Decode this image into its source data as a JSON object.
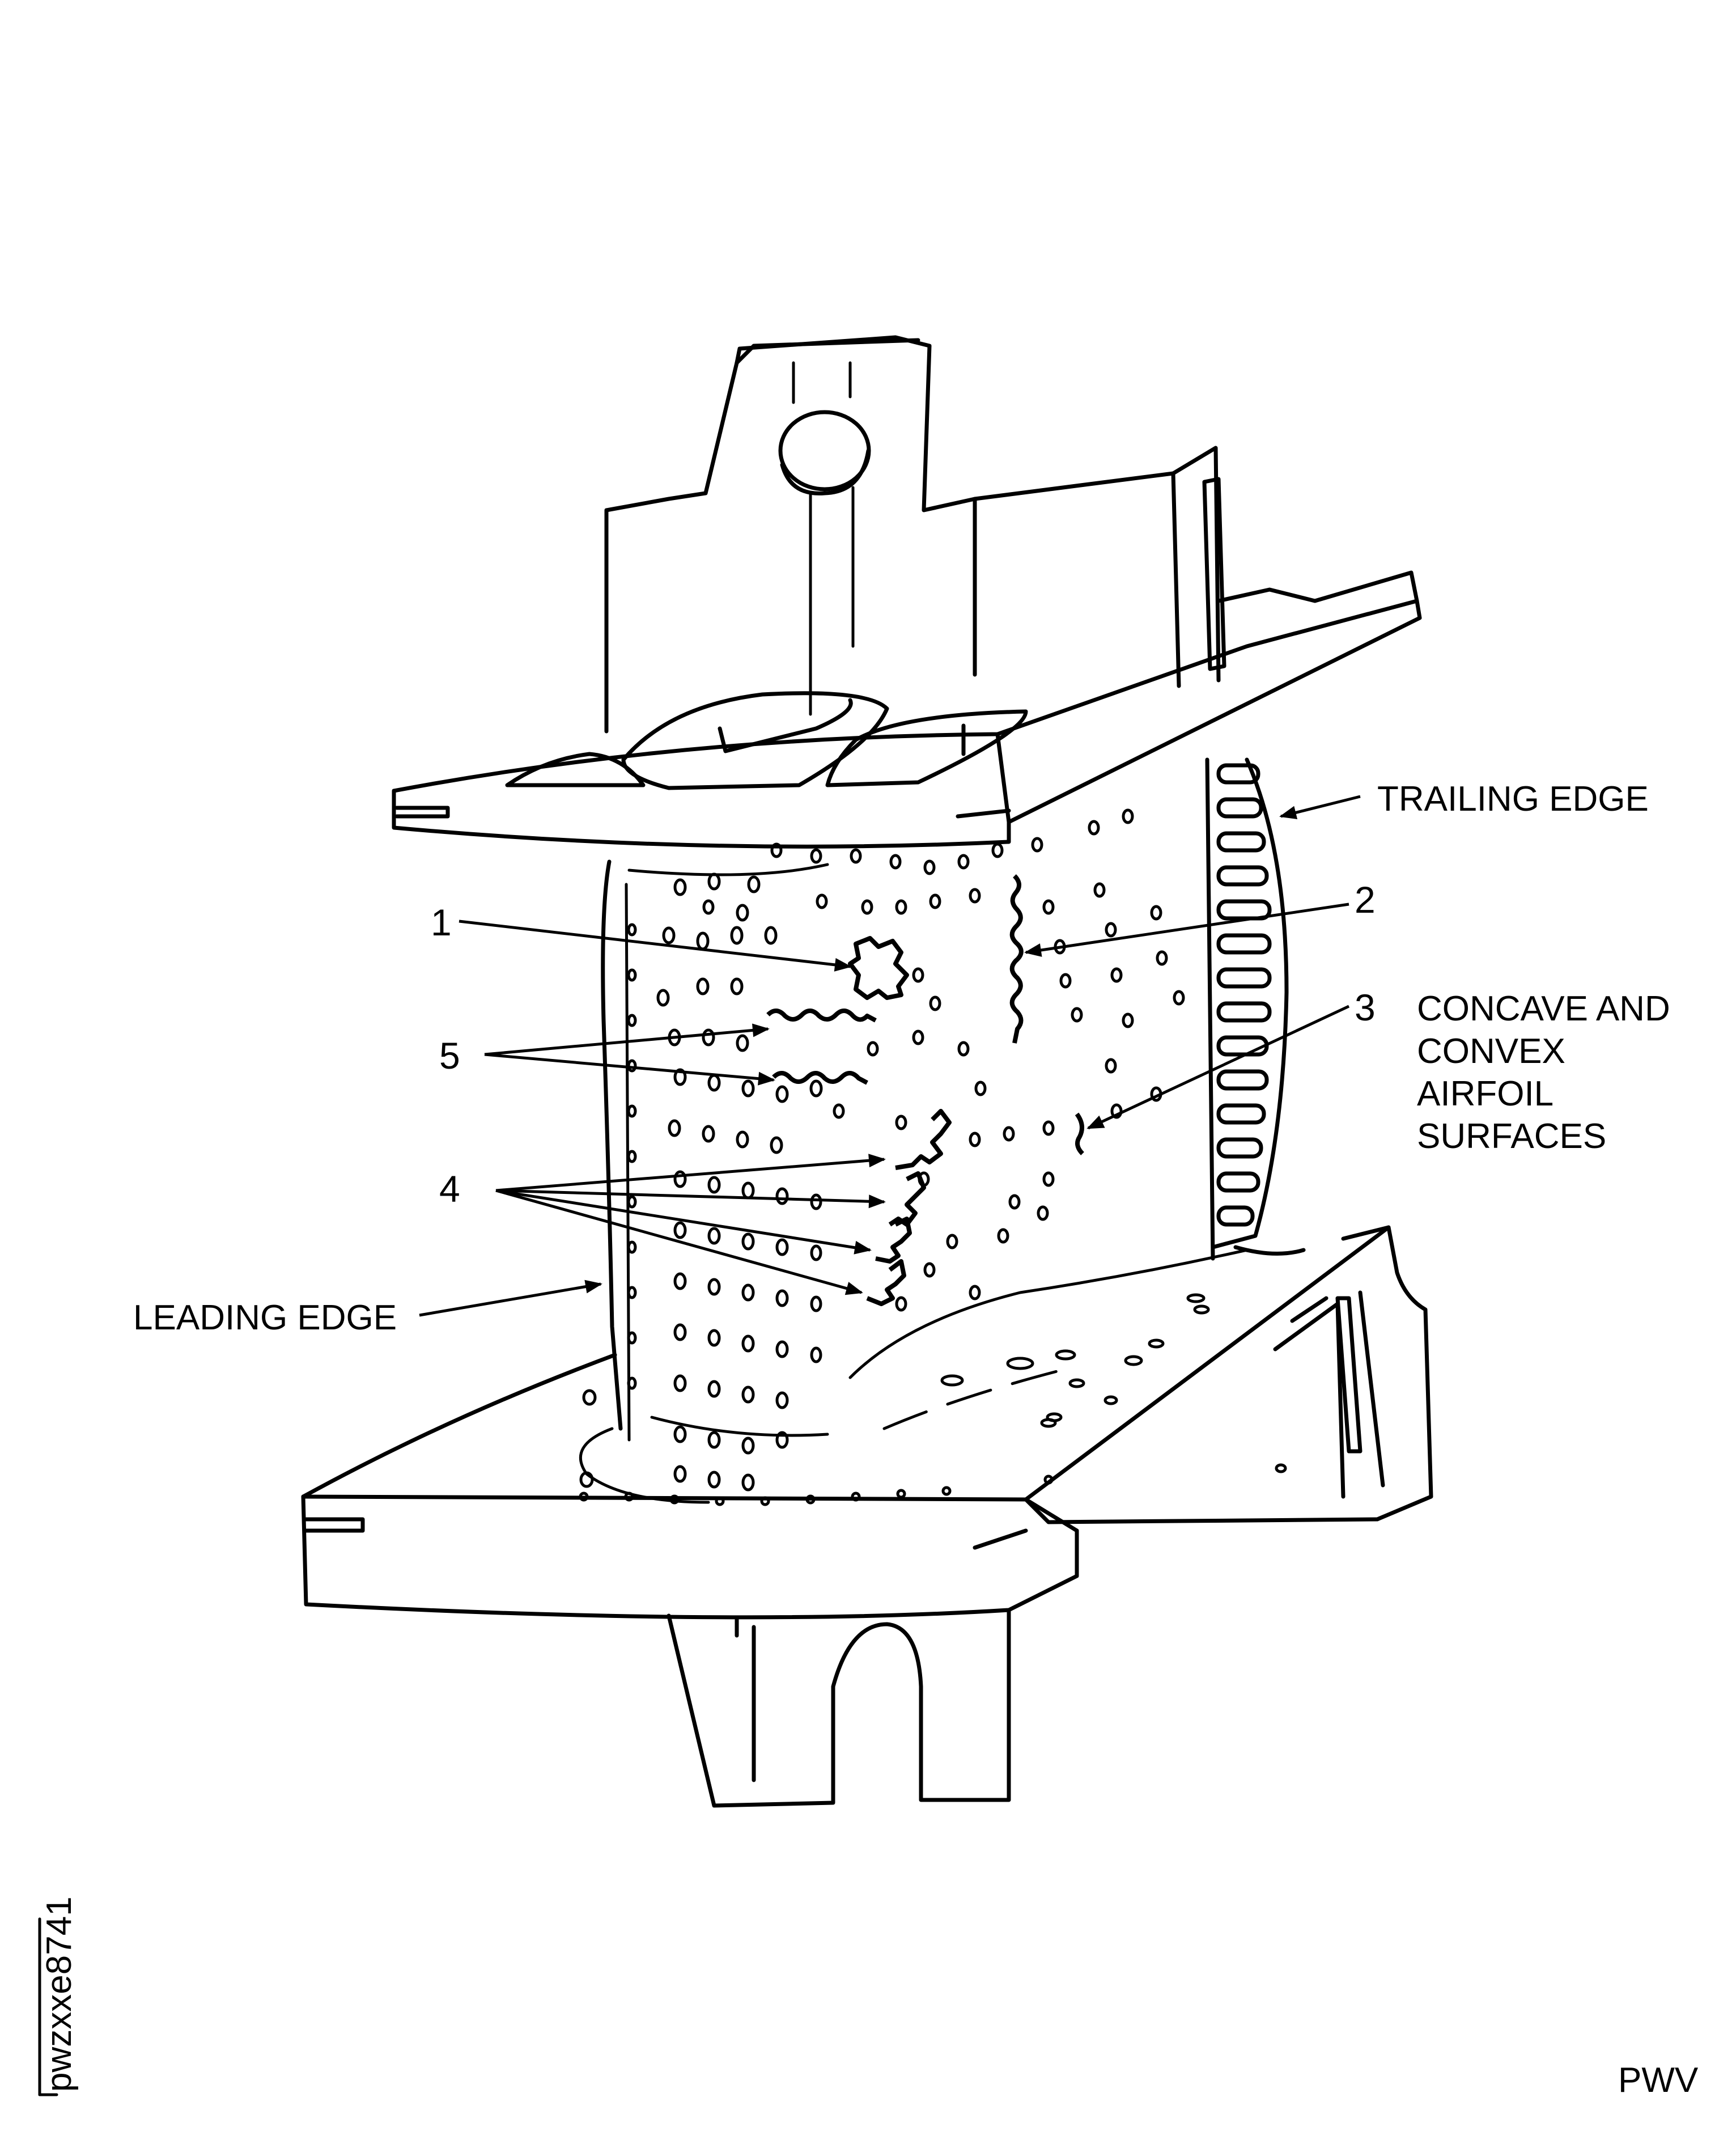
{
  "labels": {
    "trailing_edge": "TRAILING EDGE",
    "leading_edge": "LEADING EDGE",
    "surfaces_line1": "CONCAVE AND",
    "surfaces_line2": "CONVEX",
    "surfaces_line3": "AIRFOIL",
    "surfaces_line4": "SURFACES"
  },
  "callouts": {
    "c1": "1",
    "c2": "2",
    "c3": "3",
    "c4": "4",
    "c5": "5"
  },
  "figure_id": "pwzxxe8741",
  "publisher_mark": "PWV"
}
